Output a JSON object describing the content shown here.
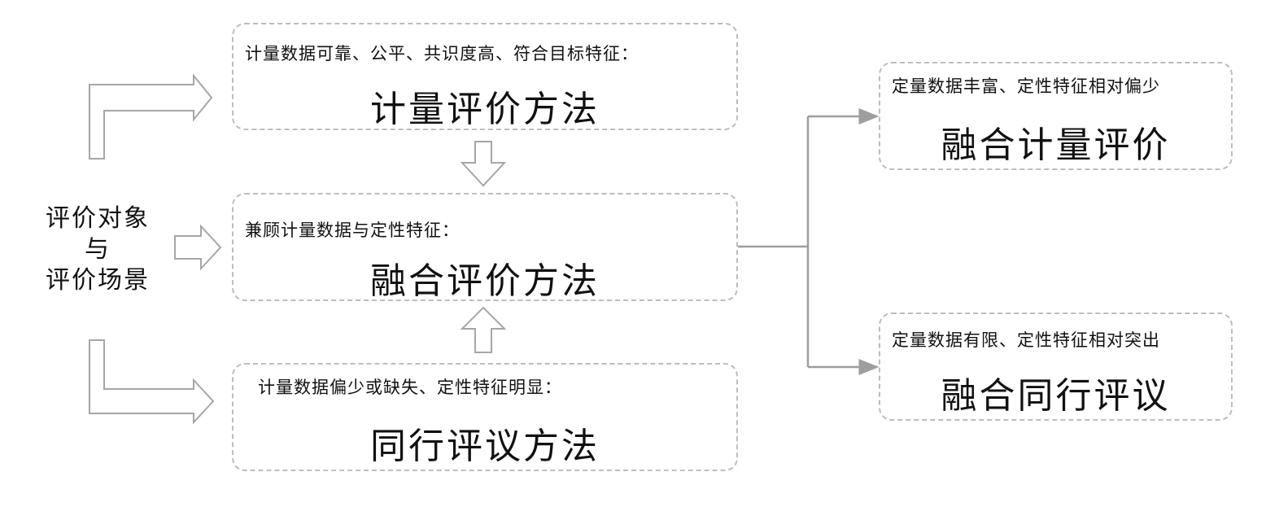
{
  "left_label": {
    "line1": "评价对象",
    "line2": "与",
    "line3": "评价场景"
  },
  "methods": {
    "quant": {
      "subtitle": "计量数据可靠、公平、共识度高、符合目标特征：",
      "title": "计量评价方法"
    },
    "fusion": {
      "subtitle": "兼顾计量数据与定性特征：",
      "title": "融合评价方法"
    },
    "peer": {
      "subtitle": "计量数据偏少或缺失、定性特征明显：",
      "title": "同行评议方法"
    }
  },
  "outcomes": {
    "fusion_quant": {
      "subtitle": "定量数据丰富、定性特征相对偏少",
      "title": "融合计量评价"
    },
    "fusion_peer": {
      "subtitle": "定量数据有限、定性特征相对突出",
      "title": "融合同行评议"
    }
  },
  "colors": {
    "border": "#bdbdbd",
    "arrow": "#a6a6a6",
    "connector": "#9e9e9e"
  }
}
